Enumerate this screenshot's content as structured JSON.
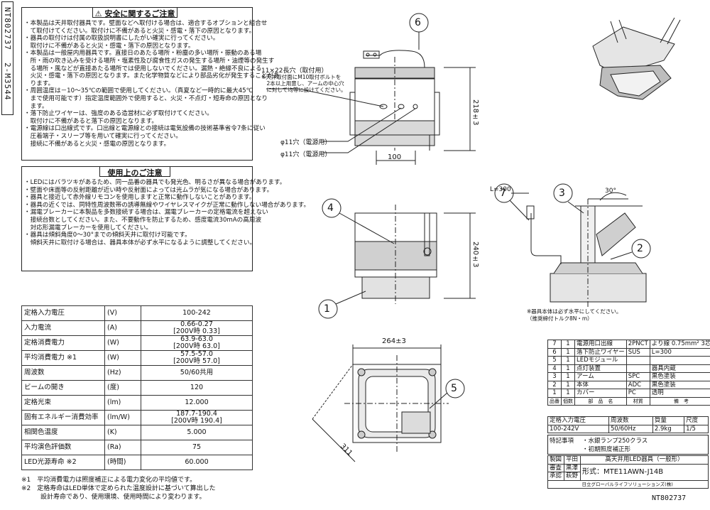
{
  "side_ids": {
    "drawing_no": "NT802737",
    "ref_no": "2-M3544"
  },
  "safety": {
    "title": "⚠ 安全に関するご注意",
    "lines": [
      "・本製品は天井取付器具です。壁面などへ取付ける場合は、適合するオプションと組合せ",
      "　て取付けてください。取付けに不備があると火災・感電・落下の原因となります。",
      "・器具の取付けは付属の取扱説明書にしたがい確実に行ってください。",
      "　取付けに不備があると火災・感電・落下の原因となります。",
      "・本製品は一般屋内用器具です。直接日のあたる場所・粉塵の多い場所・振動のある場",
      "　所・雨の吹き込みを受ける場所・塩素性及び腐食性ガスの発生する場所・油煙等の発生す",
      "　る場所・風などが直接あたる場所では使用しないでください。漏熱・絶縁不良による",
      "　火災・感電・落下の原因となります。また化学物質などにより部品劣化が発生することがあ",
      "　ります。",
      "・周囲温度は－10～35℃の範囲で使用してください。（真夏など一時的に最大45℃",
      "　まで使用可能です）指定温度範囲外で使用すると、火災・不点灯・短寿命の原因となり",
      "　ます。",
      "・落下防止ワイヤーは、強度のある造営材に必ず取付けてください。",
      "　取付けに不備があると落下の原因となります。",
      "・電源線は口出線式です。口出線と電源線との接続は電気設備の技術基準省令7条に従い",
      "　圧着端子・スリーブ等を用いて確実に行ってください。",
      "　接続に不備があると火災・感電の原因となります。"
    ]
  },
  "usage": {
    "title": "使用上のご注意",
    "lines": [
      "・LEDにはバラツキがあるため、同一品番の器具でも発光色、明るさが異なる場合があります。",
      "・壁面や床面等の反射距離が近い時や反射面によっては光ムラが気になる場合があります。",
      "・器具と接近して赤外線リモコンを使用しますと正常に動作しないことがあります。",
      "・器具の近くでは、同特性周波数帯の誘導無線やワイヤレスマイクが正常に動作しない場合があります。",
      "・漏電ブレーカーに本製品を多数接続する場合は、漏電ブレーカーの定格電流を超えない",
      "　接続台数としてください。また、不要動作を防止するため、感度電流30mAの高周波",
      "　対応形漏電ブレーカーを使用してください。",
      "・器具は傾斜角度0～30°までの傾斜天井に取付け可能です。",
      "　傾斜天井に取付ける場合は、器具本体が必ず水平になるように調整してください。"
    ]
  },
  "specs": [
    {
      "label": "定格入力電圧",
      "unit": "(V)",
      "value": "100-242"
    },
    {
      "label": "入力電流",
      "unit": "(A)",
      "value": "0.66-0.27\n[200V時 0.33]"
    },
    {
      "label": "定格消費電力",
      "unit": "(W)",
      "value": "63.9-63.0\n[200V時 63.0]"
    },
    {
      "label": "平均消費電力 ※1",
      "unit": "(W)",
      "value": "57.5-57.0\n[200V時 57.0]"
    },
    {
      "label": "周波数",
      "unit": "(Hz)",
      "value": "50/60共用"
    },
    {
      "label": "ビームの開き",
      "unit": "(度)",
      "value": "120"
    },
    {
      "label": "定格光束",
      "unit": "(lm)",
      "value": "12.000"
    },
    {
      "label": "固有エネルギー消費効率",
      "unit": "(lm/W)",
      "value": "187.7-190.4\n[200V時 190.4]"
    },
    {
      "label": "相関色温度",
      "unit": "(K)",
      "value": "5.000"
    },
    {
      "label": "平均演色評価数",
      "unit": "(Ra)",
      "value": "75"
    },
    {
      "label": "LED光源寿命 ※2",
      "unit": "(時間)",
      "value": "60.000"
    }
  ],
  "footnotes": [
    "※1　平均消費電力は照度補正による電力変化の平均値です。",
    "※2　定格寿命はLED単体で定められた温度設計に基づいて算出した",
    "　　　設計寿命であり、使用環境、使用時間により変わります。"
  ],
  "dims": {
    "slot": "11×22長穴（取付用）",
    "slot_note": "※天井取付面にM10取付ボルトを\n　2本以上用意し、アームの中心穴\n　に対して均等に設けてください。",
    "h218": "218±3",
    "w100": "100",
    "hole1": "φ11穴（電源用）",
    "hole2": "φ11穴（電源用）",
    "h240": "240±3",
    "w264": "264±3",
    "diag311": "311",
    "l300": "L=300",
    "angle30": "30°",
    "note_level": "※器具本体は必ず水平にしてください。",
    "note_torque": "（推奨締付トルク8N・m）"
  },
  "callouts": [
    "1",
    "2",
    "3",
    "4",
    "5",
    "6",
    "7"
  ],
  "parts": [
    {
      "no": "7",
      "qty": "1",
      "name": "電源用口出線",
      "material": "2PNCT",
      "remark": "より線 0.75mm² 3芯"
    },
    {
      "no": "6",
      "qty": "1",
      "name": "落下防止ワイヤー",
      "material": "SUS",
      "remark": "L=300"
    },
    {
      "no": "5",
      "qty": "1",
      "name": "LEDモジュール",
      "material": "",
      "remark": ""
    },
    {
      "no": "4",
      "qty": "1",
      "name": "点灯装置",
      "material": "",
      "remark": "器具内蔵"
    },
    {
      "no": "3",
      "qty": "1",
      "name": "アーム",
      "material": "SPC",
      "remark": "黒色塗装"
    },
    {
      "no": "2",
      "qty": "1",
      "name": "本体",
      "material": "ADC",
      "remark": "黒色塗装"
    },
    {
      "no": "1",
      "qty": "1",
      "name": "カバー",
      "material": "PC",
      "remark": "透明"
    }
  ],
  "parts_header": {
    "no": "品番",
    "qty": "個数",
    "name": "部　品　名",
    "material": "材質",
    "remark": "備　考"
  },
  "ratings": {
    "h1": "定格入力電圧",
    "h2": "周波数",
    "h3": "質量",
    "h4": "尺度",
    "v1": "100-242V",
    "v2": "50/60Hz",
    "v3": "2.9kg",
    "v4": "1/5"
  },
  "features": {
    "label": "特記事項",
    "lines": [
      "・水銀ランプ250クラス",
      "・初期照度補正形"
    ]
  },
  "title_block": {
    "r1a": "製図",
    "r1b": "平田",
    "r2a": "審査",
    "r2b": "黒澤",
    "r3a": "承認",
    "r3b": "萩野",
    "product": "高天井用LED器具（一般形）",
    "model_label": "形式：",
    "model": "MTE11AWN-J14B",
    "company": "日立グローバルライフソリューションズ(株)",
    "drawing_no": "NT802737"
  }
}
